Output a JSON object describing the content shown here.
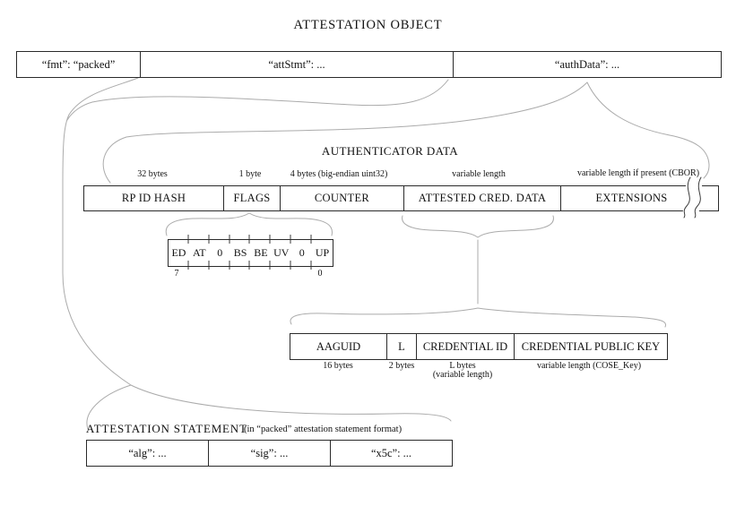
{
  "title": "ATTESTATION OBJECT",
  "attestation_object": {
    "cells": [
      {
        "label": "“fmt”: “packed”"
      },
      {
        "label": "“attStmt”: ..."
      },
      {
        "label": "“authData”: ..."
      }
    ]
  },
  "authenticator_data": {
    "title": "AUTHENTICATOR DATA",
    "fields": [
      {
        "name": "RP ID HASH",
        "size": "32 bytes"
      },
      {
        "name": "FLAGS",
        "size": "1 byte"
      },
      {
        "name": "COUNTER",
        "size": "4 bytes (big-endian uint32)"
      },
      {
        "name": "ATTESTED CRED. DATA",
        "size": "variable length"
      },
      {
        "name": "EXTENSIONS",
        "size": "variable length if present (CBOR)"
      }
    ]
  },
  "flags_detail": {
    "bits": [
      "ED",
      "AT",
      "0",
      "BS",
      "BE",
      "UV",
      "0",
      "UP"
    ],
    "msb_label": "7",
    "lsb_label": "0"
  },
  "attested_credential_data": {
    "fields": [
      {
        "name": "AAGUID",
        "size": "16 bytes"
      },
      {
        "name": "L",
        "size": "2 bytes"
      },
      {
        "name": "CREDENTIAL ID",
        "size": "L bytes",
        "size2": "(variable length)"
      },
      {
        "name": "CREDENTIAL PUBLIC KEY",
        "size": "variable length (COSE_Key)"
      }
    ]
  },
  "attestation_statement": {
    "title": "ATTESTATION STATEMENT",
    "subtitle": "(in “packed” attestation statement format)",
    "cells": [
      {
        "label": "“alg”: ..."
      },
      {
        "label": "“sig”: ..."
      },
      {
        "label": "“x5c”: ..."
      }
    ]
  },
  "colors": {
    "background": "#ffffff",
    "border": "#2a2a2a",
    "text": "#111111",
    "connector": "#ababab"
  }
}
